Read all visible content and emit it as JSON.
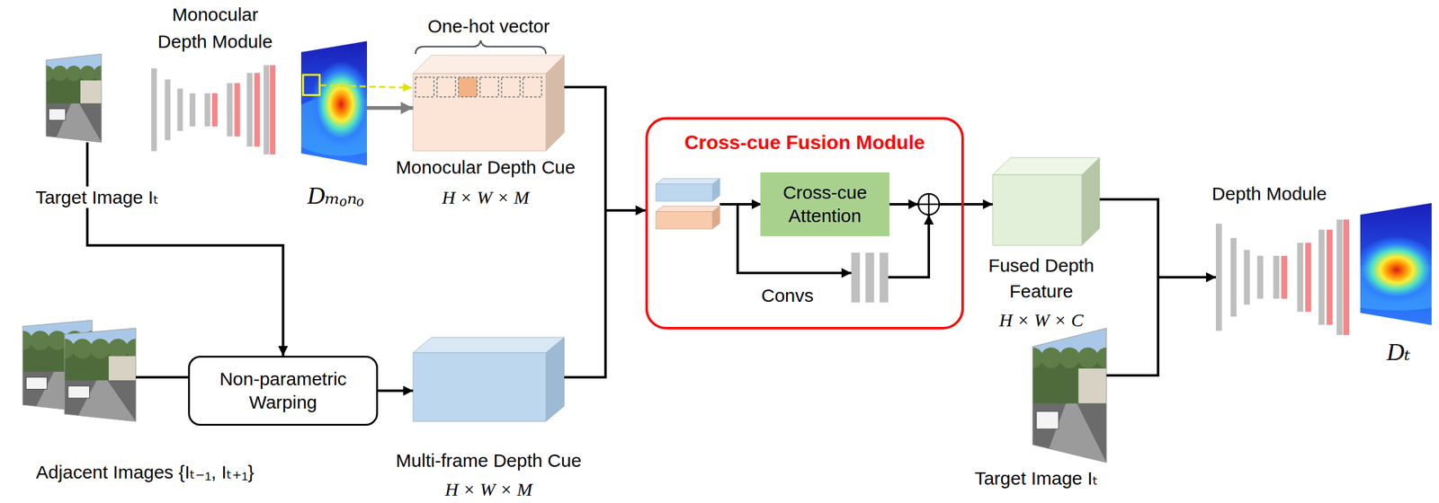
{
  "diagram": {
    "nodes": [
      {
        "text": [
          "Target Image Iₜ"
        ]
      },
      {
        "text": [
          "Monocular Depth Module"
        ]
      },
      {
        "text": [
          "Dₘₒₙₒ"
        ]
      },
      {
        "text": [
          "One-hot vector",
          "Monocular Depth Cue",
          "H × W × M"
        ]
      },
      {
        "text": [
          "Cross-cue Fusion Module"
        ]
      },
      {
        "text": [
          "Cross-cue Attention"
        ],
        "in": 4
      },
      {
        "text": [
          "Convs"
        ],
        "in": 4
      },
      {
        "text": [
          "Fused Depth Feature",
          "H × W × C"
        ]
      },
      {
        "text": [
          "Depth Module"
        ]
      },
      {
        "text": [
          "Dₜ"
        ]
      },
      {
        "text": [
          "Non-parametric Warping"
        ]
      },
      {
        "text": [
          "Adjacent Images {Iₜ₋₁, Iₜ₊₁}"
        ]
      },
      {
        "text": [
          "Multi-frame Depth Cue",
          "H × W × M"
        ]
      },
      {
        "text": [
          "Target Image Iₜ"
        ]
      }
    ],
    "edges": [
      {
        "from": 2,
        "to": 3,
        "arrow": "to"
      },
      {
        "from": 0,
        "to": 10,
        "arrow": "to"
      },
      {
        "from": 11,
        "to": 10,
        "arrow": "none"
      },
      {
        "from": 10,
        "to": 12,
        "arrow": "to"
      },
      {
        "from": 3,
        "to": 4,
        "arrow": "to"
      },
      {
        "from": 12,
        "to": 4,
        "arrow": "to"
      },
      {
        "from": 4,
        "to": 7,
        "arrow": "to"
      },
      {
        "from": 7,
        "to": 8,
        "arrow": "to"
      },
      {
        "from": 13,
        "to": 8,
        "arrow": "to"
      }
    ]
  }
}
